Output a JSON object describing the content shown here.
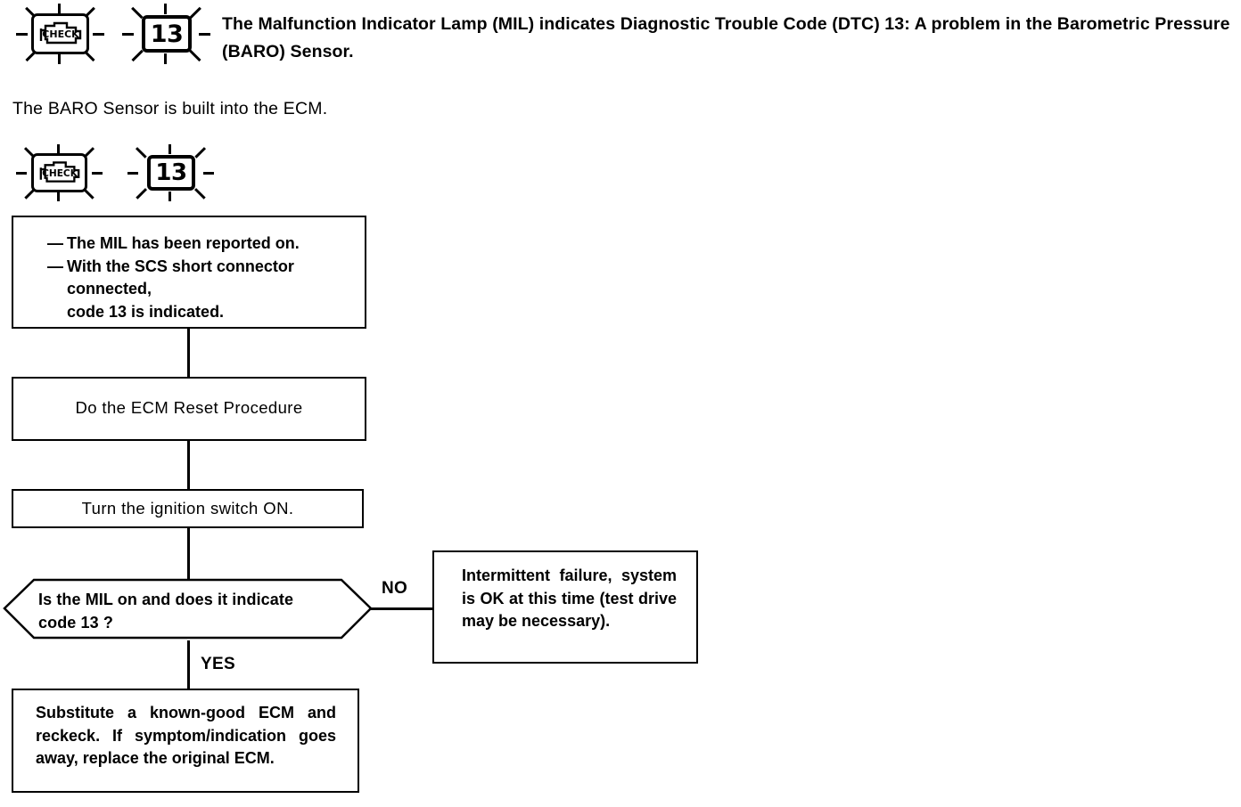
{
  "header": {
    "text": "The Malfunction Indicator Lamp (MIL) indicates Diagnostic Trouble Code (DTC) 13: A problem in the Barometric Pressure (BARO) Sensor.",
    "intro": "The BARO Sensor is built into the ECM."
  },
  "indicators": {
    "top": {
      "lamp_name": "malfunction-indicator-lamp",
      "code": "13"
    },
    "chart": {
      "lamp_name": "malfunction-indicator-lamp",
      "code": "13"
    }
  },
  "flowchart": {
    "conditions_box": {
      "bullets": [
        "The MIL has been reported on.",
        "With the SCS short connector connected,"
      ],
      "extra_line": "code 13 is indicated.",
      "dash": "—"
    },
    "step_reset": "Do the ECM Reset Procedure",
    "step_ignition": "Turn the ignition switch ON.",
    "decision": {
      "line1": "Is the MIL on and does it indicate",
      "line2": "code 13 ?"
    },
    "branch_no": "NO",
    "branch_yes": "YES",
    "result_no": "Intermittent failure, system is OK at this time (test drive may be necessary).",
    "result_yes": "Substitute a known-good ECM and reckeck. If symptom/indication goes away, replace the original ECM."
  },
  "colors": {
    "ink": "#000000",
    "paper": "#ffffff"
  }
}
